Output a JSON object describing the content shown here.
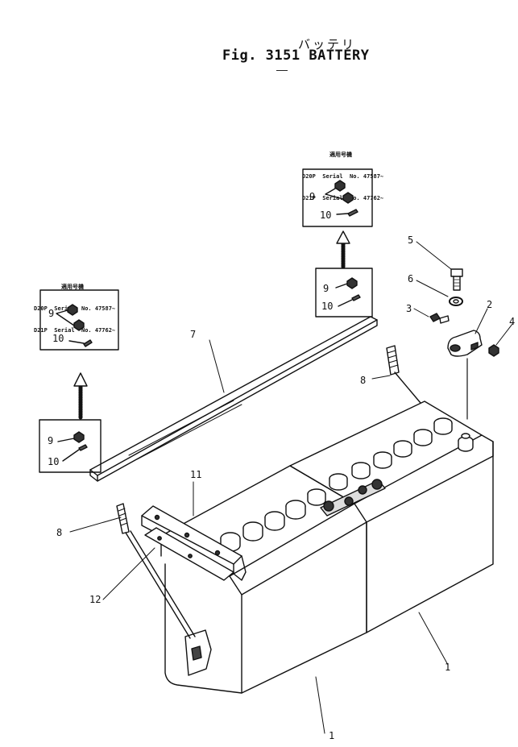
{
  "figure": {
    "title": "Fig. 3151 BATTERY",
    "title_jp": "バッテリ",
    "title_dash": "—"
  },
  "serial_notes": [
    {
      "header": "適用号機",
      "lines": [
        "D20P  Serial  No. 47587~",
        "D21P  Serial  No. 47762~"
      ]
    },
    {
      "header": "適用号機",
      "lines": [
        "D20P  Serial  No. 47587~",
        "D21P  Serial  No. 47762~"
      ]
    }
  ],
  "callouts": {
    "c1a": "1",
    "c1b": "1",
    "c2": "2",
    "c3": "3",
    "c4": "4",
    "c5": "5",
    "c6": "6",
    "c7": "7",
    "c8a": "8",
    "c8b": "8",
    "c11": "11",
    "c12": "12",
    "box_top_old_9": "9",
    "box_top_old_10": "10",
    "box_top_new_9": "9",
    "box_top_new_10": "10",
    "box_left_new_9": "9",
    "box_left_new_10": "10",
    "box_left_old_9": "9",
    "box_left_old_10": "10"
  }
}
